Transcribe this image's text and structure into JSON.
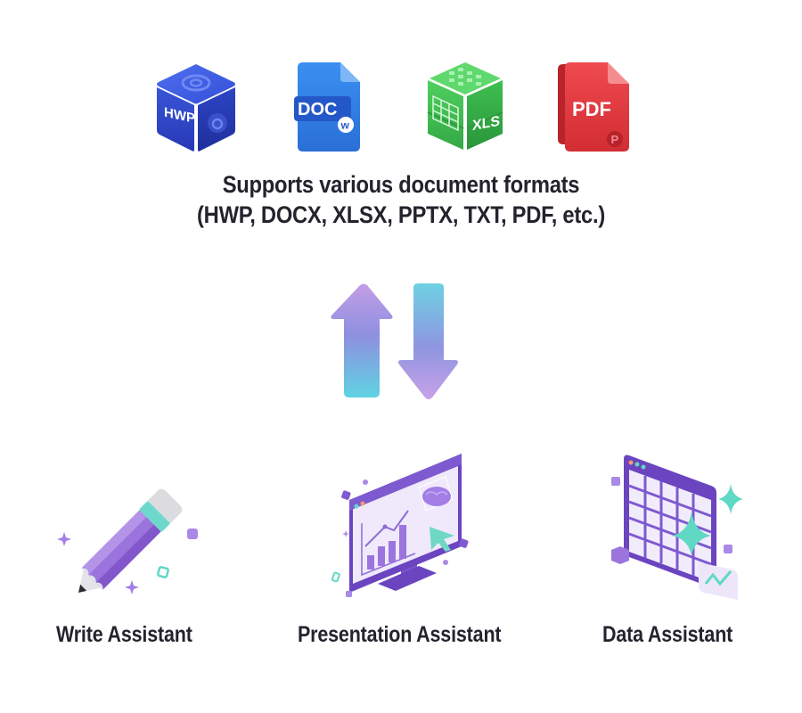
{
  "formats": {
    "icons": [
      {
        "name": "hwp-icon",
        "label": "HWP",
        "color": "#2f4fd1"
      },
      {
        "name": "doc-icon",
        "label": "DOC",
        "badge": "W",
        "color": "#2f7fe6"
      },
      {
        "name": "xls-icon",
        "label": "XLS",
        "color": "#3dbb4f"
      },
      {
        "name": "pdf-icon",
        "label": "PDF",
        "badge": "P",
        "color": "#e0333b"
      }
    ],
    "title_line1": "Supports various document formats",
    "title_line2": "(HWP, DOCX, XLSX, PPTX, TXT, PDF, etc.)"
  },
  "exchange": {
    "icon": "up-down-arrows-icon",
    "colors": {
      "purple": "#a88be0",
      "teal": "#6fd0e0"
    }
  },
  "assistants": [
    {
      "name": "write-assistant",
      "label": "Write Assistant",
      "icon": "pencil-icon"
    },
    {
      "name": "presentation-assistant",
      "label": "Presentation Assistant",
      "icon": "monitor-chart-icon"
    },
    {
      "name": "data-assistant",
      "label": "Data Assistant",
      "icon": "spreadsheet-icon"
    }
  ],
  "colors": {
    "text": "#25222d",
    "purple": "#8f63d9",
    "dark_purple": "#6b44c0",
    "mint": "#5fd8c4"
  }
}
